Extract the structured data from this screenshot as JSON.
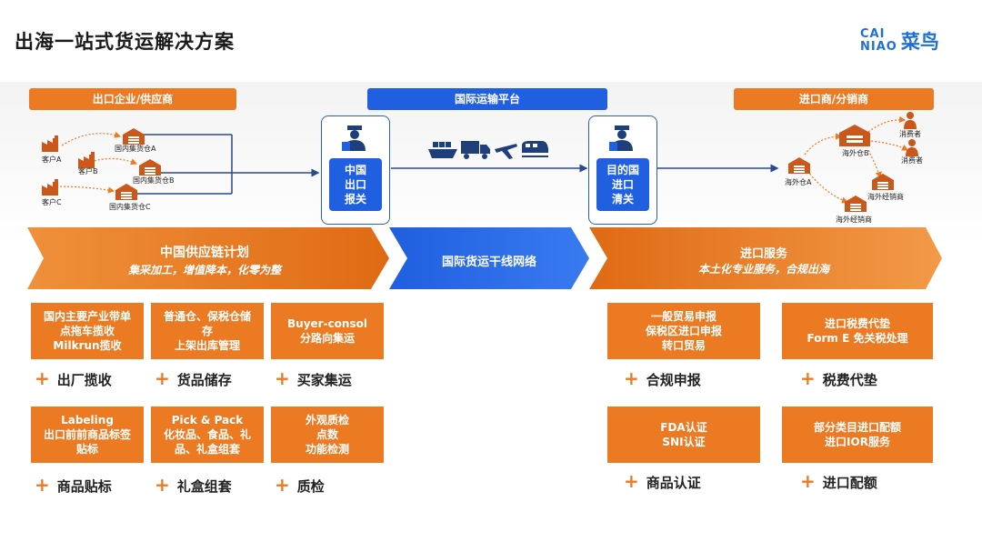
{
  "title": "出海一站式货运解决方案",
  "logo": {
    "line1": "CAI",
    "line2": "NIAO",
    "cn": "菜鸟"
  },
  "headers": {
    "export": "出口企业/供应商",
    "platform": "国际运输平台",
    "import": "进口商/分销商"
  },
  "left_nodes": {
    "customer_a": "客户A",
    "customer_b": "客户B",
    "customer_c": "客户C",
    "warehouse_a": "国内集货仓A",
    "warehouse_b": "国内集货仓B",
    "warehouse_c": "国内集货仓C"
  },
  "right_nodes": {
    "overseas_a": "海外仓A",
    "overseas_b": "海外仓B",
    "consumer_1": "消费者",
    "consumer_2": "消费者",
    "distributor_1": "海外经销商",
    "distributor_2": "海外经销商"
  },
  "customs": {
    "export": [
      "中国",
      "出口",
      "报关"
    ],
    "import": [
      "目的国",
      "进口",
      "清关"
    ]
  },
  "banners": {
    "left_title": "中国供应链计划",
    "left_sub": "集采加工，增值降本，化零为整",
    "middle": "国际货运干线网络",
    "right_title": "进口服务",
    "right_sub": "本土化专业服务，合规出海"
  },
  "left_services": [
    {
      "lines": [
        "国内主要产业带单",
        "点拖车揽收",
        "Milkrun揽收"
      ],
      "label": "出厂揽收"
    },
    {
      "lines": [
        "普通仓、保税仓储",
        "存",
        "上架出库管理"
      ],
      "label": "货品储存"
    },
    {
      "lines": [
        "Buyer-consol",
        "分路向集运"
      ],
      "label": "买家集运"
    },
    {
      "lines": [
        "Labeling",
        "出口前前商品标签",
        "贴标"
      ],
      "label": "商品贴标"
    },
    {
      "lines": [
        "Pick & Pack",
        "化妆品、食品、礼",
        "品、礼盒组套"
      ],
      "label": "礼盒组套"
    },
    {
      "lines": [
        "外观质检",
        "点数",
        "功能检测"
      ],
      "label": "质检"
    }
  ],
  "right_services": [
    {
      "lines": [
        "一般贸易申报",
        "保税区进口申报",
        "转口贸易"
      ],
      "label": "合规申报"
    },
    {
      "lines": [
        "进口税费代垫",
        "Form E 免关税处理"
      ],
      "label": "税费代垫"
    },
    {
      "lines": [
        "FDA认证",
        "SNI认证"
      ],
      "label": "商品认证"
    },
    {
      "lines": [
        "部分类目进口配额",
        "进口IOR服务"
      ],
      "label": "进口配额"
    }
  ],
  "icons": [
    "factory-icon",
    "warehouse-icon",
    "customs-officer-icon",
    "ship-icon",
    "truck-icon",
    "plane-icon",
    "train-icon",
    "person-icon"
  ],
  "colors": {
    "orange": "#ec7a22",
    "blue": "#1f5fe0",
    "dark_blue": "#2a5fb8"
  }
}
